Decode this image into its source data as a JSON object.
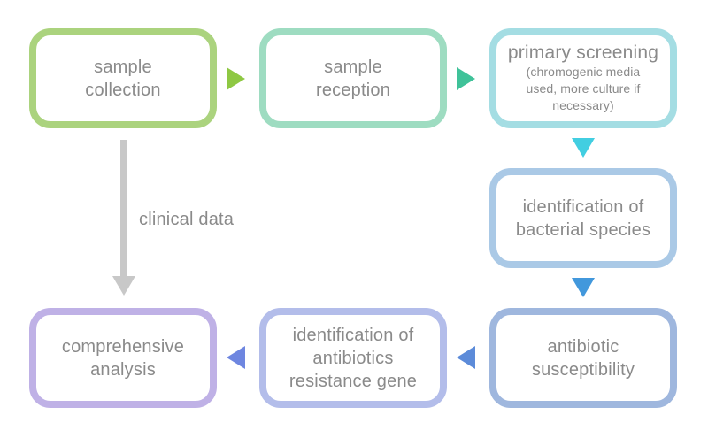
{
  "diagram": {
    "title": "bacterial diagnostics workflow flowchart",
    "background_color": "#ffffff",
    "text_color": "#8a8a8a",
    "nodes": [
      {
        "id": "sample-collection",
        "label": "sample collection",
        "lines": [
          "sample",
          "collection"
        ],
        "border_color": "#abd37e"
      },
      {
        "id": "sample-reception",
        "label": "sample reception",
        "lines": [
          "sample",
          "reception"
        ],
        "border_color": "#9edcc1"
      },
      {
        "id": "primary-screening",
        "label": "primary screening",
        "lines": [
          "primary screening"
        ],
        "sub_lines": [
          "(chromogenic media",
          "used, more culture if",
          "necessary)"
        ],
        "sublabel": "(chromogenic media used, more culture if necessary)",
        "border_color": "#a4dde3"
      },
      {
        "id": "identification-bacterial-species",
        "label": "identification of bacterial species",
        "lines": [
          "identification of",
          "bacterial species"
        ],
        "border_color": "#aac9e6"
      },
      {
        "id": "antibiotic-susceptibility",
        "label": "antibiotic susceptibility",
        "lines": [
          "antibiotic",
          "susceptibility"
        ],
        "border_color": "#9fb7de"
      },
      {
        "id": "identification-resistance-gene",
        "label": "identification of antibiotics resistance gene",
        "lines": [
          "identification of",
          "antibiotics",
          "resistance gene"
        ],
        "border_color": "#b3bdea"
      },
      {
        "id": "comprehensive-analysis",
        "label": "comprehensive analysis",
        "lines": [
          "comprehensive",
          "analysis"
        ],
        "border_color": "#bfb1e6"
      }
    ],
    "arrows": [
      {
        "id": "collection-to-reception",
        "from": "sample collection",
        "to": "sample reception",
        "direction": "right",
        "color": "#8ec843"
      },
      {
        "id": "reception-to-screening",
        "from": "sample reception",
        "to": "primary screening",
        "direction": "right",
        "color": "#3fc299"
      },
      {
        "id": "screening-to-identification",
        "from": "primary screening",
        "to": "identification of bacterial species",
        "direction": "down",
        "color": "#42cee1"
      },
      {
        "id": "identification-to-susceptibility",
        "from": "identification of bacterial species",
        "to": "antibiotic susceptibility",
        "direction": "down",
        "color": "#4298dc"
      },
      {
        "id": "susceptibility-to-resistance",
        "from": "antibiotic susceptibility",
        "to": "identification of antibiotics resistance gene",
        "direction": "left",
        "color": "#5c8bd9"
      },
      {
        "id": "resistance-to-analysis",
        "from": "identification of antibiotics resistance gene",
        "to": "comprehensive analysis",
        "direction": "left",
        "color": "#6e86e0"
      }
    ],
    "clinical_arrow": {
      "id": "collection-to-analysis",
      "from": "sample collection",
      "to": "comprehensive analysis",
      "direction": "down",
      "label": "clinical data",
      "color": "#c8c8c8"
    }
  }
}
